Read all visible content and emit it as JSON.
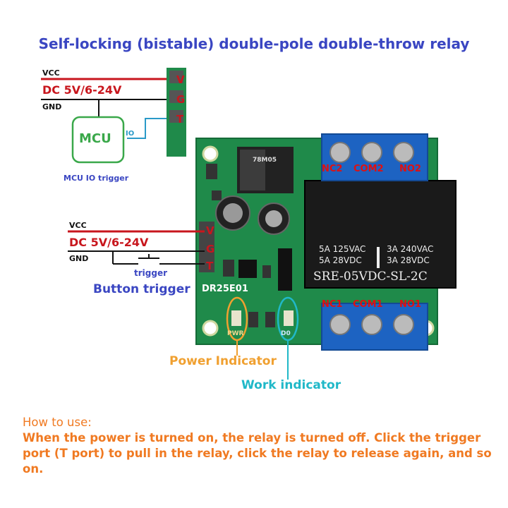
{
  "title": "Self-locking (bistable) double-pole double-throw relay",
  "mcu_wiring": {
    "vcc": "VCC",
    "dc": "DC 5V/6-24V",
    "gnd": "GND",
    "mcu": "MCU",
    "io": "IO",
    "caption": "MCU IO trigger",
    "pins": [
      "V",
      "G",
      "T"
    ]
  },
  "button_wiring": {
    "vcc": "VCC",
    "dc": "DC 5V/6-24V",
    "gnd": "GND",
    "trigger": "trigger",
    "caption": "Button trigger",
    "pins": [
      "V",
      "G",
      "T"
    ]
  },
  "board": {
    "model": "DR25E01",
    "terminals_top": [
      "NC2",
      "COM2",
      "NO2"
    ],
    "terminals_bottom": [
      "NC1",
      "COM1",
      "NO1"
    ],
    "relay_rating_left": [
      "5A 125VAC",
      "5A 28VDC"
    ],
    "relay_rating_right": [
      "3A 240VAC",
      "3A 28VDC"
    ],
    "relay_model": "SRE-05VDC-SL-2C",
    "regulator": "78M05",
    "pwr_label": "PWR",
    "d0_label": "D0"
  },
  "annotations": {
    "power": "Power Indicator",
    "work": "Work indicator"
  },
  "how_to": {
    "heading": "How to use:",
    "line1": "When the power is turned on, the relay is turned off. Click the trigger",
    "line2": "port (T port) to pull in the relay, click the relay to release again, and so on."
  },
  "colors": {
    "title_blue": "#3a46c2",
    "wire_red": "#c8161d",
    "board_green": "#1f8a4a",
    "terminal_blue": "#1d63c2",
    "relay_black": "#1a1a1a",
    "orange": "#f07a22",
    "cyan": "#20b8c8"
  }
}
